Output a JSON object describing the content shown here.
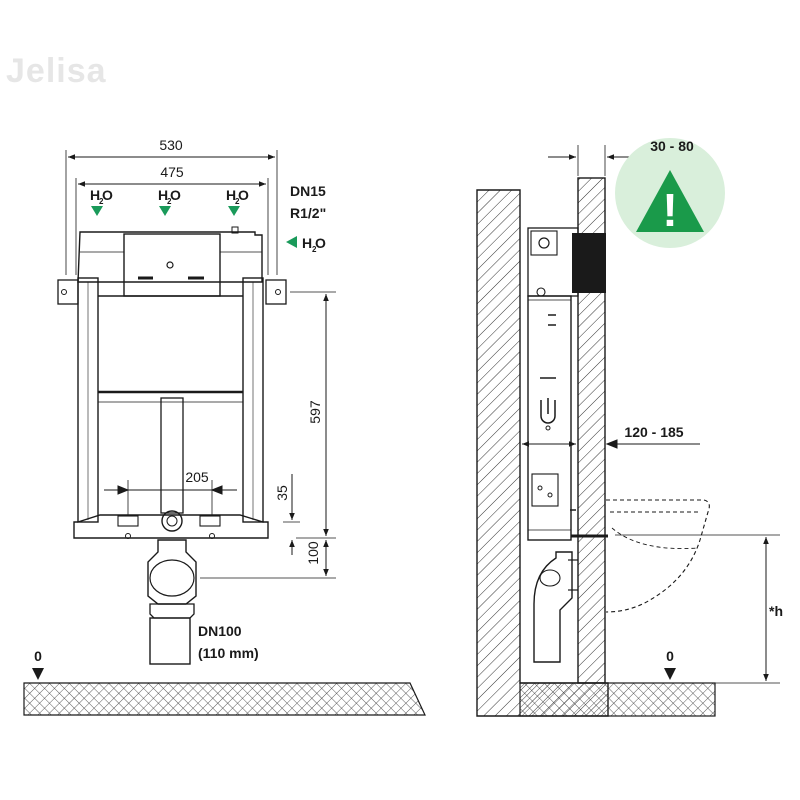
{
  "watermark": "Jelisa",
  "front_view": {
    "width_outer": "530",
    "width_inner": "475",
    "water_inlet": "H",
    "water_sub": "2",
    "water_suffix": "O",
    "inlet_spec_line1": "DN15",
    "inlet_spec_line2": "R1/2\"",
    "height_frame": "597",
    "bolt_spacing": "205",
    "bolt_offset": "35",
    "drain_height": "100",
    "drain_line1": "DN100",
    "drain_line2": "(110 mm)",
    "floor_level": "0"
  },
  "side_view": {
    "install_depth": "30 - 80",
    "warning_symbol": "!",
    "wall_depth": "120 - 185",
    "height_label": "*h",
    "floor_level": "0"
  },
  "colors": {
    "line": "#1a1a1a",
    "water_arrow": "#1a9a5a",
    "warning_bg": "#d9efdb",
    "warning_triangle": "#1a9a4a",
    "hatch": "#333333"
  }
}
